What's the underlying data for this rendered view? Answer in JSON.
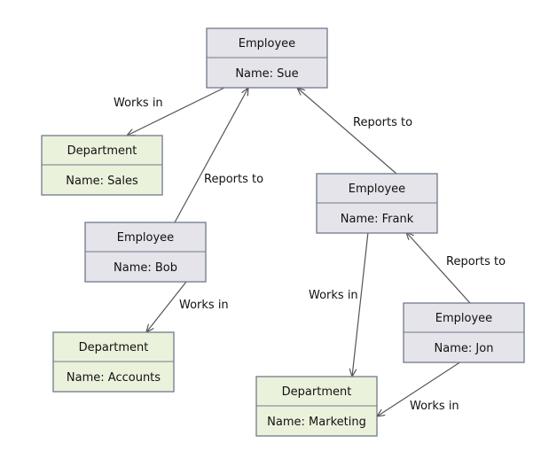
{
  "colors": {
    "employee_fill": "#e4e4ea",
    "department_fill": "#ebf2dc",
    "border": "#707a8a",
    "arrow": "#555555"
  },
  "nodes": {
    "sue": {
      "type": "Employee",
      "name": "Name: Sue"
    },
    "sales": {
      "type": "Department",
      "name": "Name: Sales"
    },
    "bob": {
      "type": "Employee",
      "name": "Name: Bob"
    },
    "frank": {
      "type": "Employee",
      "name": "Name: Frank"
    },
    "jon": {
      "type": "Employee",
      "name": "Name: Jon"
    },
    "accounts": {
      "type": "Department",
      "name": "Name: Accounts"
    },
    "marketing": {
      "type": "Department",
      "name": "Name: Marketing"
    }
  },
  "edges": {
    "sue_sales": "Works in",
    "bob_sue": "Reports to",
    "frank_sue": "Reports to",
    "bob_accounts": "Works in",
    "frank_marketing": "Works in",
    "jon_frank": "Reports to",
    "jon_marketing": "Works in"
  }
}
